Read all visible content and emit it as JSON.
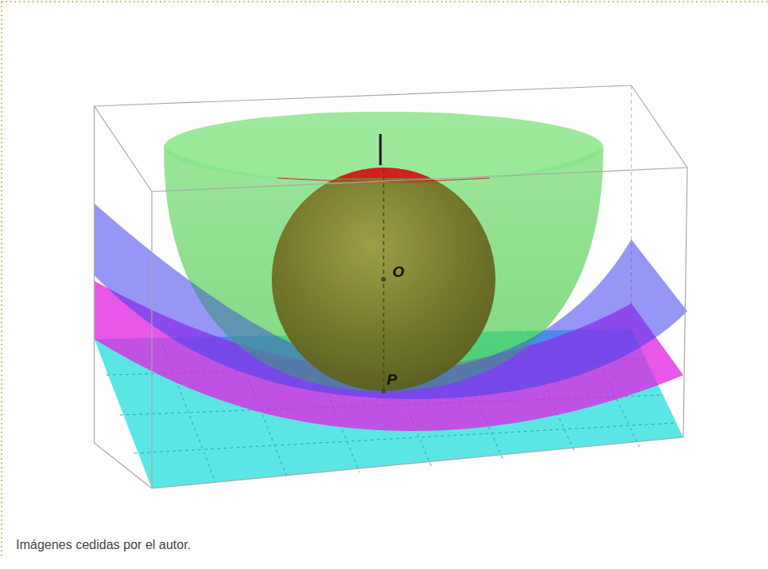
{
  "diagram": {
    "caption": "Imágenes cedidas por el autor.",
    "labels": [
      "O",
      "P"
    ]
  }
}
